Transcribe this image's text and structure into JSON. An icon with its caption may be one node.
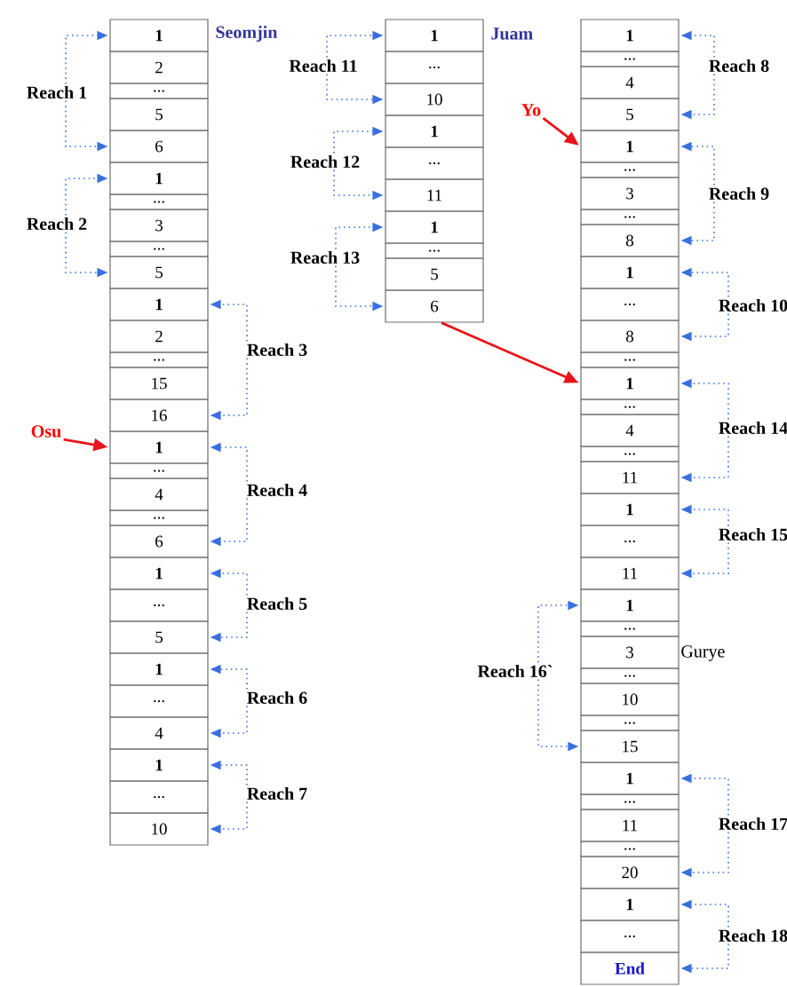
{
  "diagram": {
    "nodes": [
      {
        "text": [
          "1"
        ]
      },
      {
        "text": [
          "2"
        ]
      },
      {
        "text": [
          "..."
        ]
      },
      {
        "text": [
          "5"
        ]
      },
      {
        "text": [
          "6"
        ]
      },
      {
        "text": [
          "1"
        ]
      },
      {
        "text": [
          "..."
        ]
      },
      {
        "text": [
          "3"
        ]
      },
      {
        "text": [
          "..."
        ]
      },
      {
        "text": [
          "5"
        ]
      },
      {
        "text": [
          "1"
        ]
      },
      {
        "text": [
          "2"
        ]
      },
      {
        "text": [
          "..."
        ]
      },
      {
        "text": [
          "15"
        ]
      },
      {
        "text": [
          "16"
        ]
      },
      {
        "text": [
          "1"
        ]
      },
      {
        "text": [
          "..."
        ]
      },
      {
        "text": [
          "4"
        ]
      },
      {
        "text": [
          "..."
        ]
      },
      {
        "text": [
          "6"
        ]
      },
      {
        "text": [
          "1"
        ]
      },
      {
        "text": [
          "..."
        ]
      },
      {
        "text": [
          "5"
        ]
      },
      {
        "text": [
          "1"
        ]
      },
      {
        "text": [
          "..."
        ]
      },
      {
        "text": [
          "4"
        ]
      },
      {
        "text": [
          "1"
        ]
      },
      {
        "text": [
          "..."
        ]
      },
      {
        "text": [
          "10"
        ]
      },
      {
        "text": [
          "Reach 1"
        ]
      },
      {
        "text": [
          "Reach 2"
        ]
      },
      {
        "text": [
          "Reach 3"
        ]
      },
      {
        "text": [
          "Reach 4"
        ]
      },
      {
        "text": [
          "Reach 5"
        ]
      },
      {
        "text": [
          "Reach 6"
        ]
      },
      {
        "text": [
          "Reach 7"
        ]
      },
      {
        "text": [
          "Osu"
        ]
      },
      {
        "text": [
          "1"
        ]
      },
      {
        "text": [
          "..."
        ]
      },
      {
        "text": [
          "10"
        ]
      },
      {
        "text": [
          "1"
        ]
      },
      {
        "text": [
          "..."
        ]
      },
      {
        "text": [
          "11"
        ]
      },
      {
        "text": [
          "1"
        ]
      },
      {
        "text": [
          "..."
        ]
      },
      {
        "text": [
          "5"
        ]
      },
      {
        "text": [
          "6"
        ]
      },
      {
        "text": [
          "Reach 11"
        ]
      },
      {
        "text": [
          "Reach 12"
        ]
      },
      {
        "text": [
          "Reach 13"
        ]
      },
      {
        "text": [
          "1"
        ]
      },
      {
        "text": [
          "..."
        ]
      },
      {
        "text": [
          "4"
        ]
      },
      {
        "text": [
          "5"
        ]
      },
      {
        "text": [
          "1"
        ]
      },
      {
        "text": [
          "..."
        ]
      },
      {
        "text": [
          "3"
        ]
      },
      {
        "text": [
          "..."
        ]
      },
      {
        "text": [
          "8"
        ]
      },
      {
        "text": [
          "1"
        ]
      },
      {
        "text": [
          "..."
        ]
      },
      {
        "text": [
          "8"
        ]
      },
      {
        "text": [
          "..."
        ]
      },
      {
        "text": [
          "1"
        ]
      },
      {
        "text": [
          "..."
        ]
      },
      {
        "text": [
          "4"
        ]
      },
      {
        "text": [
          "..."
        ]
      },
      {
        "text": [
          "11"
        ]
      },
      {
        "text": [
          "1"
        ]
      },
      {
        "text": [
          "..."
        ]
      },
      {
        "text": [
          "11"
        ]
      },
      {
        "text": [
          "1"
        ]
      },
      {
        "text": [
          "..."
        ]
      },
      {
        "text": [
          "3"
        ]
      },
      {
        "text": [
          "..."
        ]
      },
      {
        "text": [
          "10"
        ]
      },
      {
        "text": [
          "..."
        ]
      },
      {
        "text": [
          "15"
        ]
      },
      {
        "text": [
          "1"
        ]
      },
      {
        "text": [
          "..."
        ]
      },
      {
        "text": [
          "11"
        ]
      },
      {
        "text": [
          "..."
        ]
      },
      {
        "text": [
          "20"
        ]
      },
      {
        "text": [
          "1"
        ]
      },
      {
        "text": [
          "..."
        ]
      },
      {
        "text": [
          "End"
        ]
      },
      {
        "text": [
          "Reach 8"
        ]
      },
      {
        "text": [
          "Reach 9"
        ]
      },
      {
        "text": [
          "Reach 10"
        ]
      },
      {
        "text": [
          "Reach 14"
        ]
      },
      {
        "text": [
          "Reach 15"
        ]
      },
      {
        "text": [
          "Reach 16`"
        ]
      },
      {
        "text": [
          "Reach 17"
        ]
      },
      {
        "text": [
          "Reach 18"
        ]
      },
      {
        "text": [
          "Yo"
        ]
      }
    ],
    "edges": [
      {
        "from": 29,
        "to": 0,
        "arrow": "to",
        "style": "dashed"
      },
      {
        "from": 29,
        "to": 4,
        "arrow": "to",
        "style": "dashed"
      },
      {
        "from": 30,
        "to": 5,
        "arrow": "to",
        "style": "dashed"
      },
      {
        "from": 30,
        "to": 9,
        "arrow": "to",
        "style": "dashed"
      },
      {
        "from": 31,
        "to": 10,
        "arrow": "to",
        "style": "dashed"
      },
      {
        "from": 31,
        "to": 14,
        "arrow": "to",
        "style": "dashed"
      },
      {
        "from": 32,
        "to": 15,
        "arrow": "to",
        "style": "dashed"
      },
      {
        "from": 32,
        "to": 19,
        "arrow": "to",
        "style": "dashed"
      },
      {
        "from": 33,
        "to": 20,
        "arrow": "to",
        "style": "dashed"
      },
      {
        "from": 33,
        "to": 22,
        "arrow": "to",
        "style": "dashed"
      },
      {
        "from": 34,
        "to": 23,
        "arrow": "to",
        "style": "dashed"
      },
      {
        "from": 34,
        "to": 25,
        "arrow": "to",
        "style": "dashed"
      },
      {
        "from": 35,
        "to": 26,
        "arrow": "to",
        "style": "dashed"
      },
      {
        "from": 35,
        "to": 28,
        "arrow": "to",
        "style": "dashed"
      },
      {
        "from": 36,
        "to": 15,
        "arrow": "to",
        "color": "#e8141c"
      },
      {
        "from": 47,
        "to": 37,
        "arrow": "to",
        "style": "dashed"
      },
      {
        "from": 47,
        "to": 39,
        "arrow": "to",
        "style": "dashed"
      },
      {
        "from": 48,
        "to": 40,
        "arrow": "to",
        "style": "dashed"
      },
      {
        "from": 48,
        "to": 42,
        "arrow": "to",
        "style": "dashed"
      },
      {
        "from": 49,
        "to": 43,
        "arrow": "to",
        "style": "dashed"
      },
      {
        "from": 49,
        "to": 46,
        "arrow": "to",
        "style": "dashed"
      },
      {
        "from": 46,
        "to": 63,
        "arrow": "to",
        "color": "#e8141c"
      },
      {
        "from": 86,
        "to": 50,
        "arrow": "to",
        "style": "dashed"
      },
      {
        "from": 86,
        "to": 53,
        "arrow": "to",
        "style": "dashed"
      },
      {
        "from": 87,
        "to": 54,
        "arrow": "to",
        "style": "dashed"
      },
      {
        "from": 87,
        "to": 58,
        "arrow": "to",
        "style": "dashed"
      },
      {
        "from": 88,
        "to": 59,
        "arrow": "to",
        "style": "dashed"
      },
      {
        "from": 88,
        "to": 61,
        "arrow": "to",
        "style": "dashed"
      },
      {
        "from": 89,
        "to": 63,
        "arrow": "to",
        "style": "dashed"
      },
      {
        "from": 89,
        "to": 67,
        "arrow": "to",
        "style": "dashed"
      },
      {
        "from": 90,
        "to": 68,
        "arrow": "to",
        "style": "dashed"
      },
      {
        "from": 90,
        "to": 70,
        "arrow": "to",
        "style": "dashed"
      },
      {
        "from": 91,
        "to": 71,
        "arrow": "to",
        "style": "dashed"
      },
      {
        "from": 91,
        "to": 77,
        "arrow": "to",
        "style": "dashed"
      },
      {
        "from": 92,
        "to": 78,
        "arrow": "to",
        "style": "dashed"
      },
      {
        "from": 92,
        "to": 82,
        "arrow": "to",
        "style": "dashed"
      },
      {
        "from": 93,
        "to": 83,
        "arrow": "to",
        "style": "dashed"
      },
      {
        "from": 93,
        "to": 85,
        "arrow": "to",
        "style": "dashed"
      },
      {
        "from": 94,
        "to": 54,
        "arrow": "to",
        "color": "#e8141c"
      }
    ],
    "labels": [
      "Seomjin",
      "Juam",
      "Gurye"
    ]
  }
}
